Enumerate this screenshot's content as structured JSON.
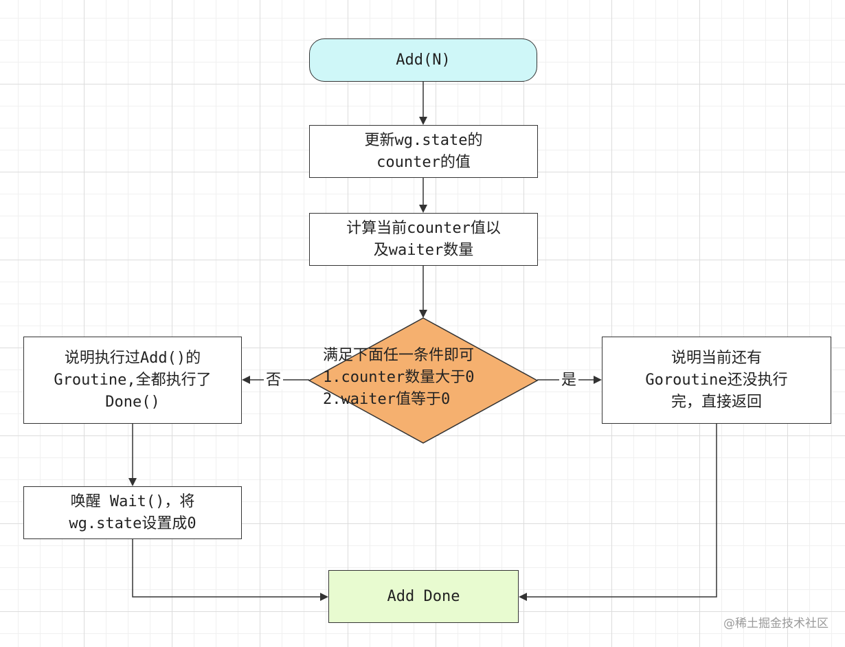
{
  "nodes": {
    "start": "Add(N)",
    "update_state": "更新wg.state的\ncounter的值",
    "compute": "计算当前counter值以\n及waiter数量",
    "decision": "满足下面任一条件即可\n1.counter数量大于0\n2.waiter值等于0",
    "no_branch": "说明执行过Add()的\nGroutine,全都执行了\nDone()",
    "yes_branch": "说明当前还有\nGoroutine还没执行\n完，直接返回",
    "wake": "唤醒 Wait()，将\nwg.state设置成0",
    "end": "Add Done"
  },
  "edge_labels": {
    "no": "否",
    "yes": "是"
  },
  "watermark": "@稀土掘金技术社区",
  "colors": {
    "start_fill": "#cff7f8",
    "decision_fill": "#f5b06f",
    "end_fill": "#e8fbd0",
    "stroke": "#333333"
  }
}
